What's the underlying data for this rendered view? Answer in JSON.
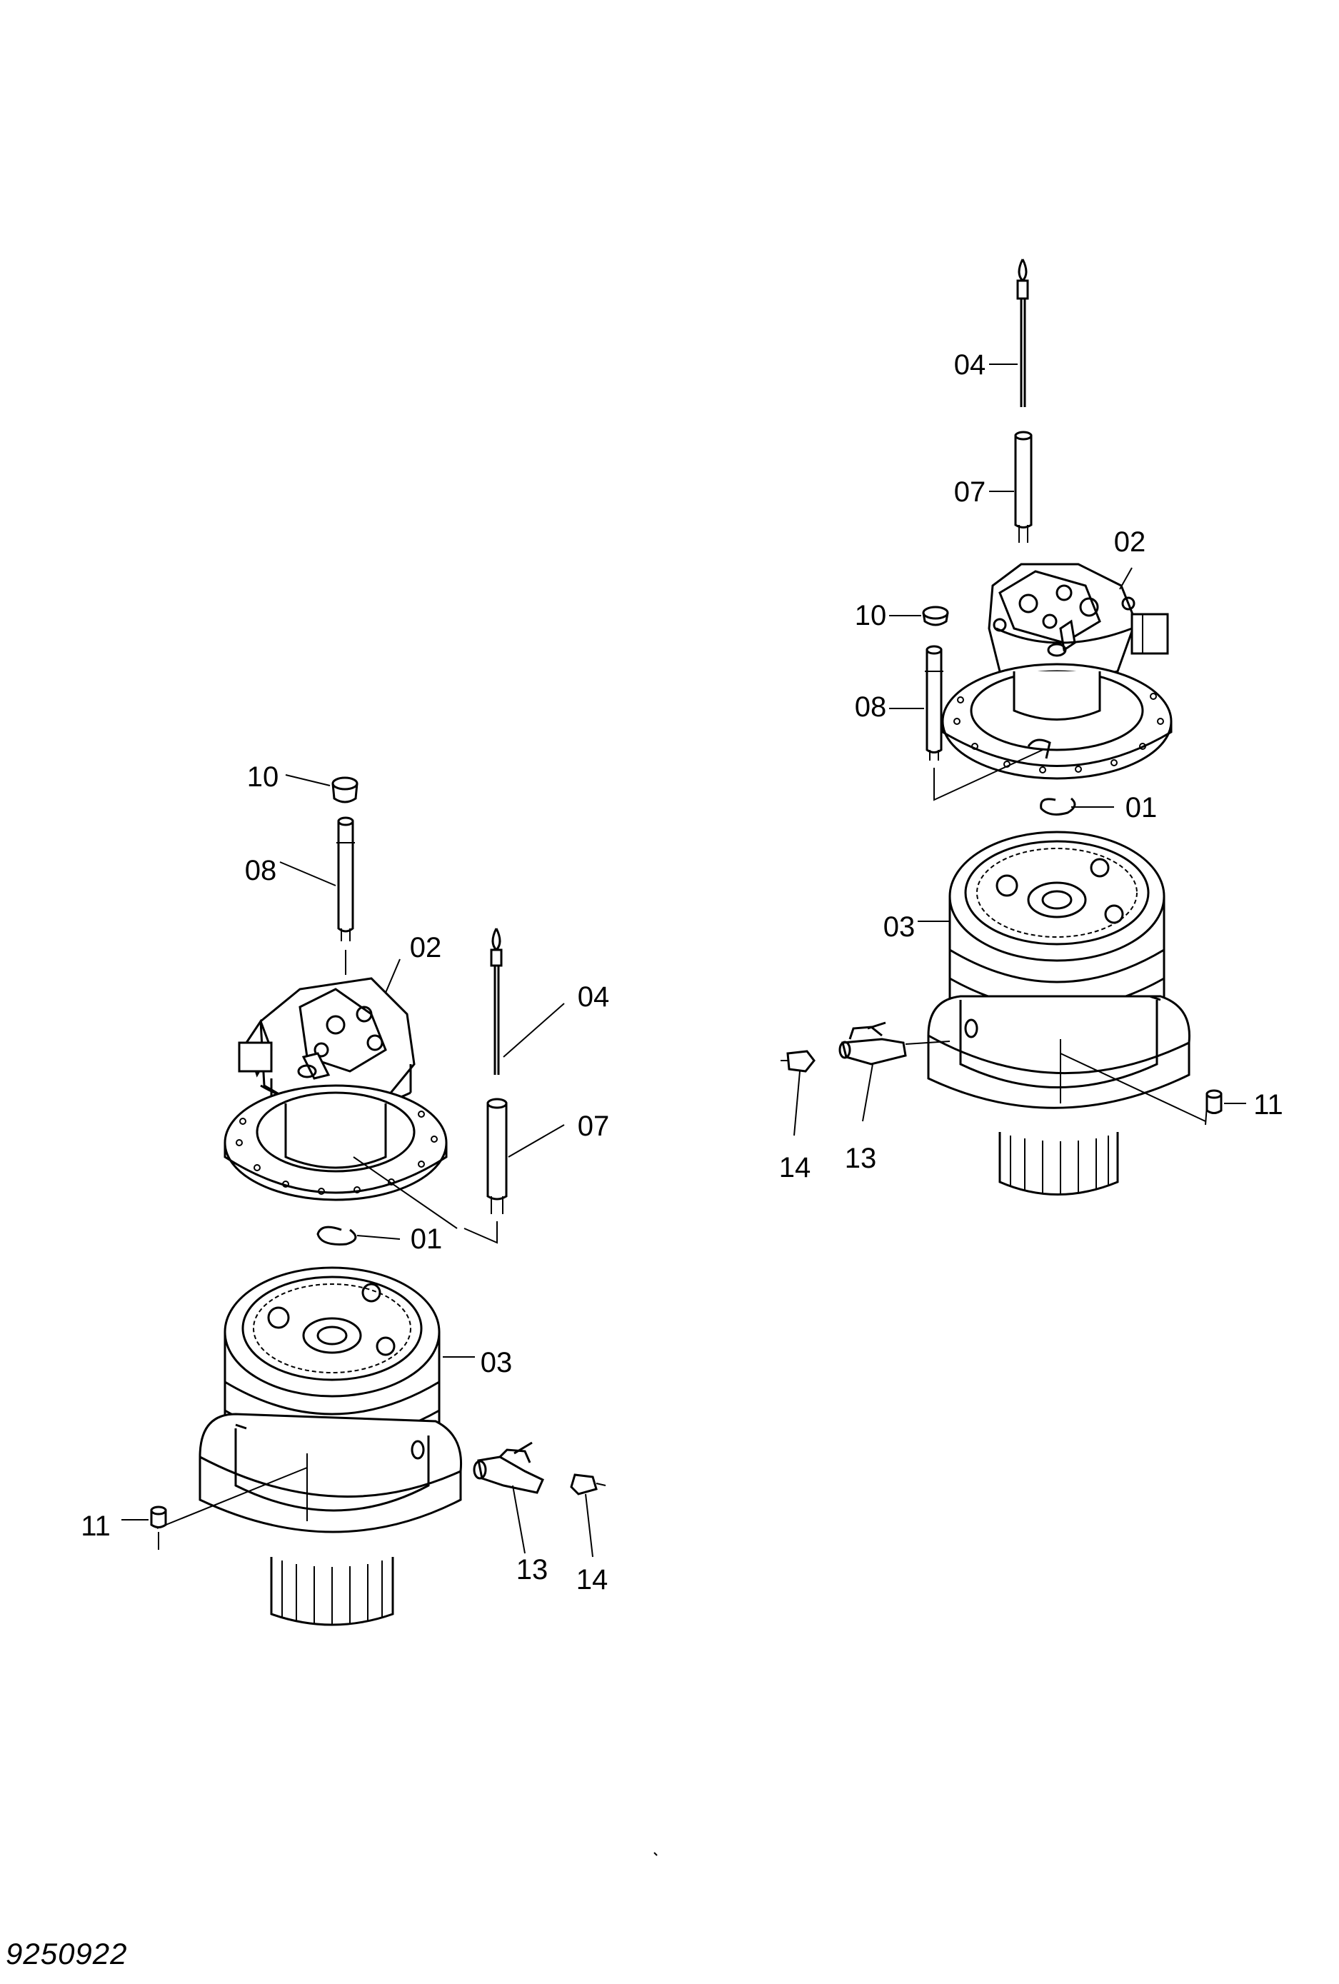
{
  "drawing_number": "9250922",
  "left_assembly": {
    "labels": {
      "p10": "10",
      "p08": "08",
      "p02": "02",
      "p04": "04",
      "p07": "07",
      "p01": "01",
      "p03": "03",
      "p11": "11",
      "p13": "13",
      "p14": "14"
    }
  },
  "right_assembly": {
    "labels": {
      "p04": "04",
      "p07": "07",
      "p02": "02",
      "p10": "10",
      "p08": "08",
      "p01": "01",
      "p03": "03",
      "p11": "11",
      "p13": "13",
      "p14": "14"
    }
  }
}
